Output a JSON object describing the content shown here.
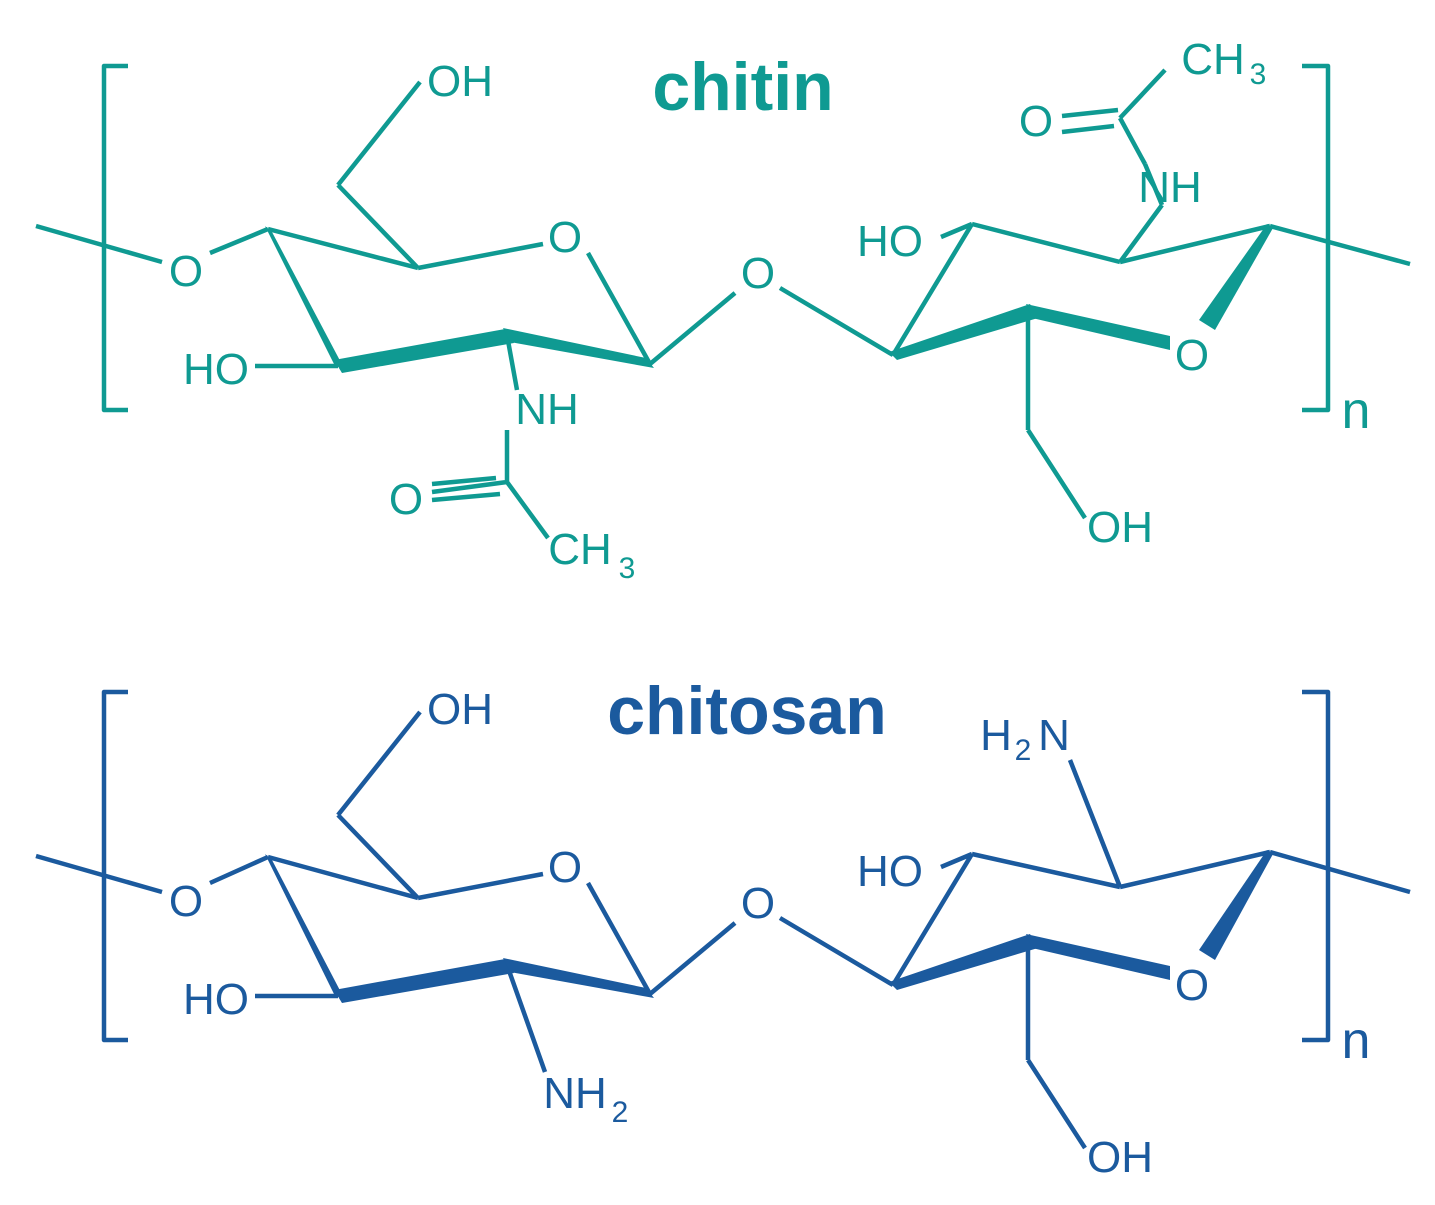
{
  "colors": {
    "chitin": "#0f9a92",
    "chitosan": "#1b5a9e"
  },
  "chitin": {
    "title": "chitin",
    "labels": {
      "oh_top": "OH",
      "o_left": "O",
      "ring_o1": "O",
      "ho_left": "HO",
      "nh_bottom": "NH",
      "o_carbonyl_bottom": "O",
      "ch_bottom": "CH",
      "ch_bottom_sub": "3",
      "o_glycosidic": "O",
      "ho_right": "HO",
      "ring_o2": "O",
      "nh_top": "NH",
      "o_carbonyl_top": "O",
      "ch_top": "CH",
      "ch_top_sub": "3",
      "oh_bottom": "OH",
      "n": "n"
    }
  },
  "chitosan": {
    "title": "chitosan",
    "labels": {
      "oh_top": "OH",
      "o_left": "O",
      "ring_o1": "O",
      "ho_left": "HO",
      "nh2_bottom": "NH",
      "nh2_bottom_sub": "2",
      "o_glycosidic": "O",
      "ho_right": "HO",
      "h2n_top_h": "H",
      "h2n_top_sub": "2",
      "h2n_top_n": "N",
      "ring_o2": "O",
      "oh_bottom": "OH",
      "n": "n"
    }
  }
}
